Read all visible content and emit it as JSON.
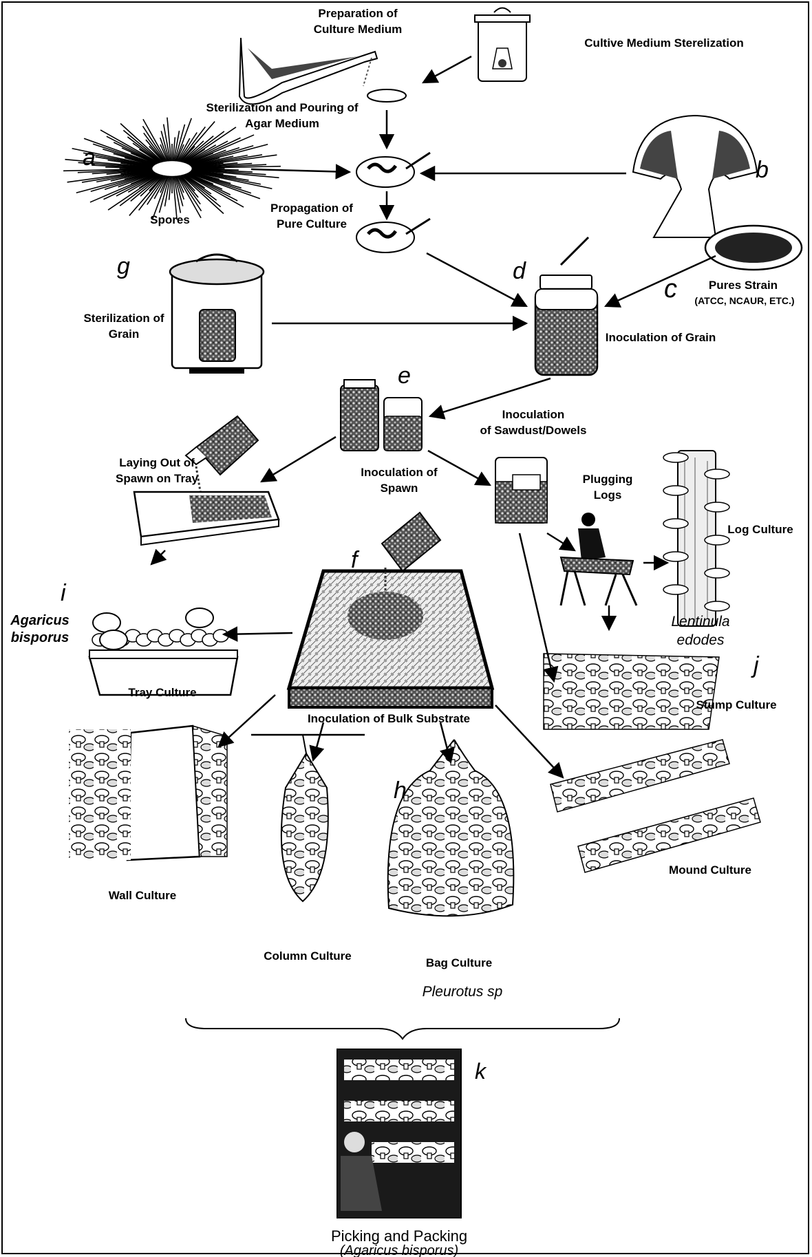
{
  "colors": {
    "ink": "#000000",
    "paper": "#ffffff",
    "grey": "#777777",
    "light": "#cfcfcf"
  },
  "labels": {
    "prep_medium_1": "Preparation of",
    "prep_medium_2": "Culture Medium",
    "cultive_sterilization": "Cultive Medium Sterelization",
    "pour_agar_1": "Sterilization and Pouring of",
    "pour_agar_2": "Agar Medium",
    "letter_a": "a",
    "letter_b": "b",
    "spores": "Spores",
    "propagation_1": "Propagation of",
    "propagation_2": "Pure Culture",
    "letter_g": "g",
    "letter_d": "d",
    "letter_c": "c",
    "pure_strain_1": "Pures Strain",
    "pure_strain_2": "(ATCC, NCAUR, ETC.)",
    "sterilization_grain_1": "Sterilization of",
    "sterilization_grain_2": "Grain",
    "inoculation_grain": "Inoculation of Grain",
    "letter_e": "e",
    "sawdust_1": "Inoculation",
    "sawdust_2": "of Sawdust/Dowels",
    "laying_1": "Laying Out of",
    "laying_2": "Spawn on Tray",
    "spawn_1": "Inoculation of",
    "spawn_2": "Spawn",
    "plugging_1": "Plugging",
    "plugging_2": "Logs",
    "log_culture": "Log Culture",
    "letter_f": "f",
    "letter_i": "i",
    "agaricus_1": "Agaricus",
    "agaricus_2": "bisporus",
    "lentinula_1": "Lentinula",
    "lentinula_2": "edodes",
    "letter_j": "j",
    "tray_culture": "Tray Culture",
    "stump_culture": "Stump Culture",
    "bulk_substrate": "Inoculation of Bulk Substrate",
    "letter_h": "h",
    "mound_culture": "Mound Culture",
    "wall_culture": "Wall Culture",
    "column_culture": "Column Culture",
    "bag_culture": "Bag Culture",
    "pleurotus": "Pleurotus sp",
    "letter_k": "k",
    "picking_1": "Picking and Packing",
    "picking_2": "(Agaricus bisporus)"
  }
}
